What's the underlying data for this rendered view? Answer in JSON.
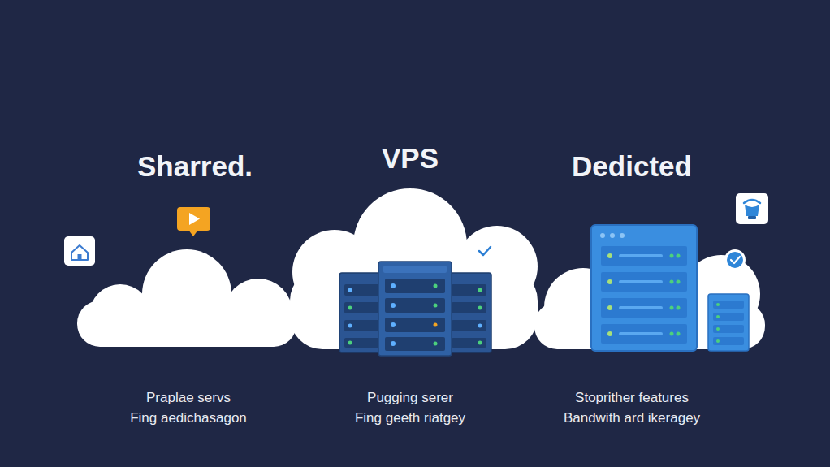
{
  "diagram": {
    "labels": [
      "Sharred.",
      "VPS",
      "Dedicted",
      "Praplae servs",
      "Fing aedichasagon",
      "Pugging serer",
      "Fing geeth riatgey",
      "Stoprither features",
      "Bandwith ard ikeragey"
    ]
  }
}
